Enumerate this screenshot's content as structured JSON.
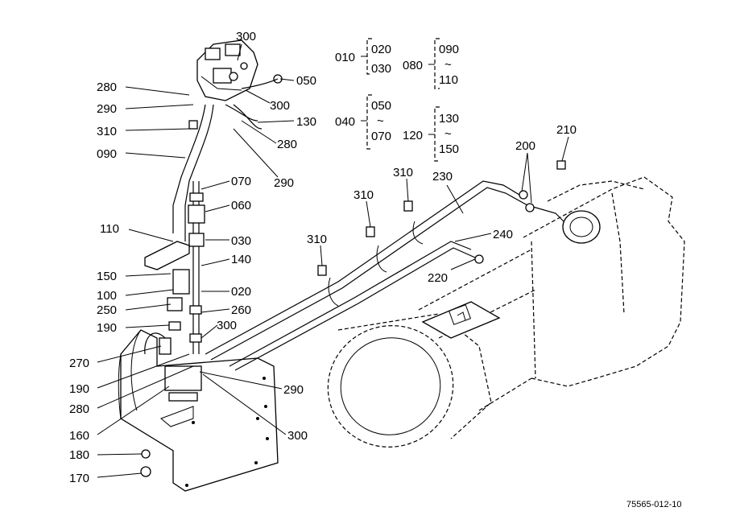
{
  "drawing_id": "75565-012-10",
  "callouts": {
    "c300a": "300",
    "c050": "050",
    "c280a": "280",
    "c290a": "290",
    "c300b": "300",
    "c130": "130",
    "c310a": "310",
    "c280b": "280",
    "c090": "090",
    "c290b": "290",
    "c070": "070",
    "c060": "060",
    "c110": "110",
    "c030": "030",
    "c140": "140",
    "c150": "150",
    "c020": "020",
    "c100": "100",
    "c250": "250",
    "c260": "260",
    "c190a": "190",
    "c300c": "300",
    "c270": "270",
    "c190b": "190",
    "c290c": "290",
    "c280c": "280",
    "c160": "160",
    "c300d": "300",
    "c180": "180",
    "c170": "170",
    "c310b": "310",
    "c310c": "310",
    "c310d": "310",
    "c230": "230",
    "c240": "240",
    "c220": "220",
    "c200": "200",
    "c210": "210"
  },
  "legend": {
    "g1_parent": "010",
    "g1_a": "020",
    "g1_b": "030",
    "g2_parent": "080",
    "g2_a": "090",
    "g2_b": "110",
    "g3_parent": "040",
    "g3_a": "050",
    "g3_b": "070",
    "g4_parent": "120",
    "g4_a": "130",
    "g4_b": "150",
    "tilde": "~"
  }
}
